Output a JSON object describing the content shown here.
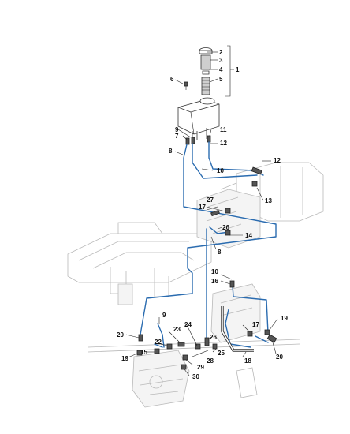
{
  "colors": {
    "hose": "#2b6cb0",
    "ghost": "#b9b9b9",
    "ink": "#111111"
  },
  "callouts": [
    {
      "id": "c1",
      "text": "1"
    },
    {
      "id": "c2",
      "text": "2"
    },
    {
      "id": "c3",
      "text": "3"
    },
    {
      "id": "c4",
      "text": "4"
    },
    {
      "id": "c5",
      "text": "5"
    },
    {
      "id": "c6",
      "text": "6"
    },
    {
      "id": "c7",
      "text": "7"
    },
    {
      "id": "c8a",
      "text": "8"
    },
    {
      "id": "c8b",
      "text": "8"
    },
    {
      "id": "c9a",
      "text": "9"
    },
    {
      "id": "c9b",
      "text": "9"
    },
    {
      "id": "c10a",
      "text": "10"
    },
    {
      "id": "c10b",
      "text": "10"
    },
    {
      "id": "c11",
      "text": "11"
    },
    {
      "id": "c12a",
      "text": "12"
    },
    {
      "id": "c12b",
      "text": "12"
    },
    {
      "id": "c13",
      "text": "13"
    },
    {
      "id": "c14",
      "text": "14"
    },
    {
      "id": "c15",
      "text": "15"
    },
    {
      "id": "c16",
      "text": "16"
    },
    {
      "id": "c17a",
      "text": "17"
    },
    {
      "id": "c17b",
      "text": "17"
    },
    {
      "id": "c18",
      "text": "18"
    },
    {
      "id": "c19a",
      "text": "19"
    },
    {
      "id": "c19b",
      "text": "19"
    },
    {
      "id": "c20a",
      "text": "20"
    },
    {
      "id": "c20b",
      "text": "20"
    },
    {
      "id": "c22",
      "text": "22"
    },
    {
      "id": "c23",
      "text": "23"
    },
    {
      "id": "c24",
      "text": "24"
    },
    {
      "id": "c25",
      "text": "25"
    },
    {
      "id": "c26a",
      "text": "26"
    },
    {
      "id": "c26b",
      "text": "26"
    },
    {
      "id": "c27",
      "text": "27"
    },
    {
      "id": "c28",
      "text": "28"
    },
    {
      "id": "c29",
      "text": "29"
    },
    {
      "id": "c30",
      "text": "30"
    }
  ]
}
